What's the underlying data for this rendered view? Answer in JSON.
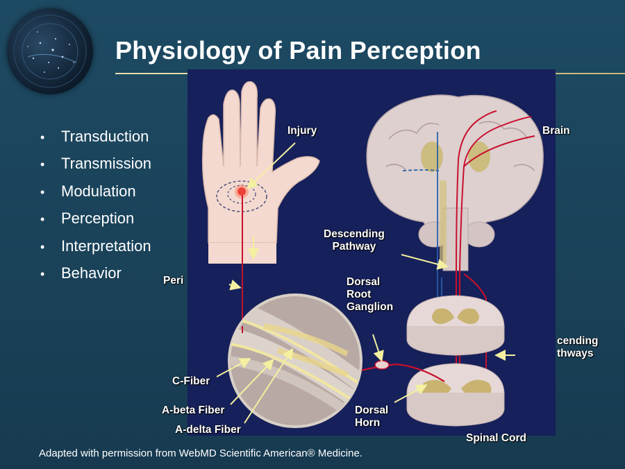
{
  "slide": {
    "title": "Physiology of Pain Perception",
    "bullets": [
      "Transduction",
      "Transmission",
      "Modulation",
      "Perception",
      "Interpretation",
      "Behavior"
    ],
    "caption": "Adapted with permission from WebMD Scientific American® Medicine."
  },
  "diagram": {
    "labels": {
      "injury": "Injury",
      "brain": "Brain",
      "descending": "Descending\nPathway",
      "dorsal_root": "Dorsal\nRoot\nGanglion",
      "peripheral": "Peri",
      "ascending": "cending\nthways",
      "c_fiber": "C-Fiber",
      "a_beta": "A-beta Fiber",
      "a_delta": "A-delta Fiber",
      "dorsal_horn": "Dorsal\nHorn",
      "spinal_cord": "Spinal Cord"
    }
  },
  "colors": {
    "background": "#1b4560",
    "panel": "#16205a",
    "nerve": "#c8102e",
    "pathway_blue": "#2b5fa8",
    "arrow": "#f4f0a0",
    "tissue": "#e8d5c8"
  }
}
